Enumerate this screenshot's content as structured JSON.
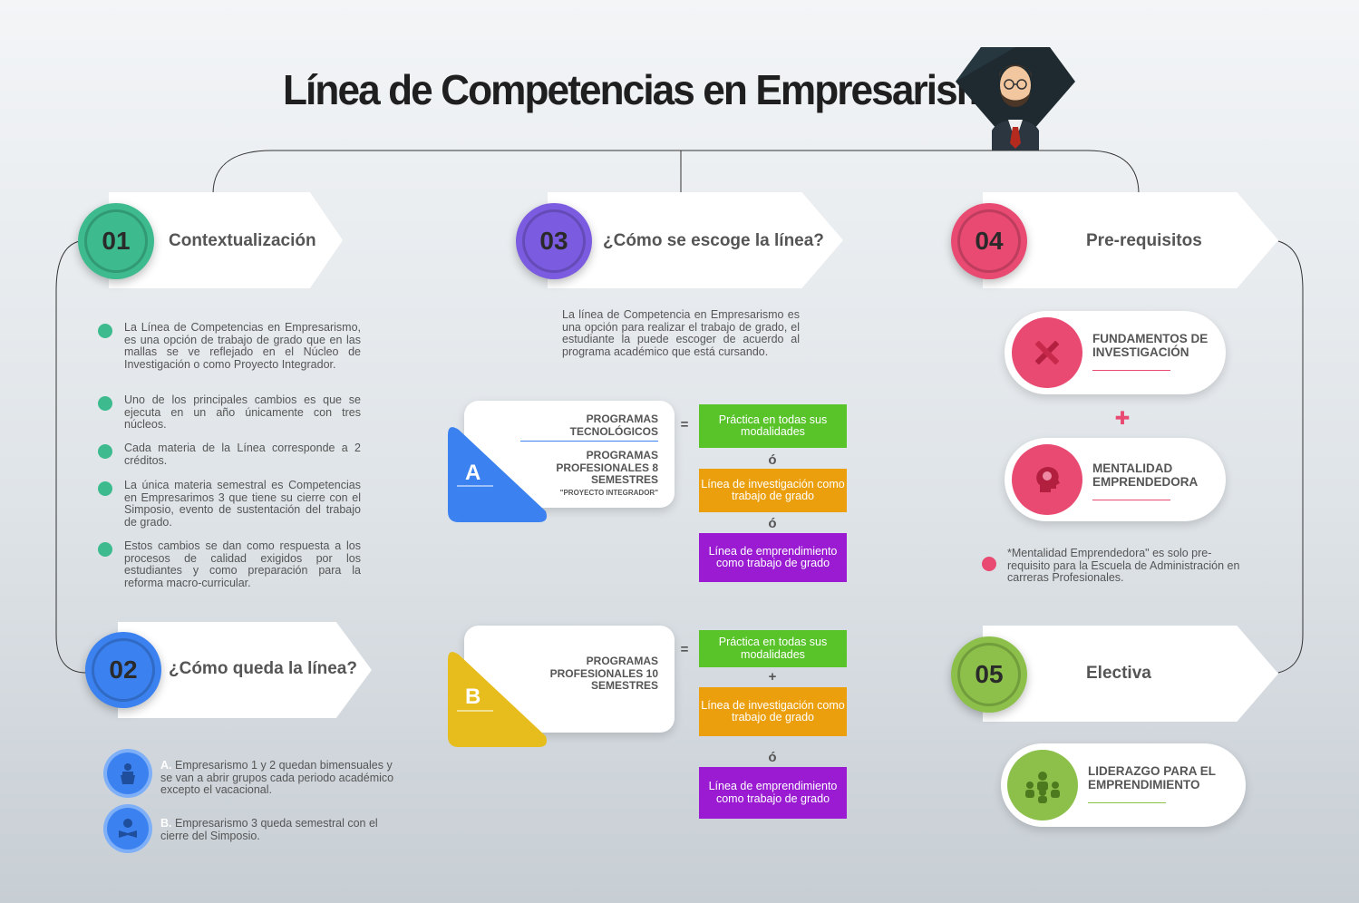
{
  "title": "Línea de Competencias en Empresarismo",
  "colors": {
    "teal": "#3dbb8f",
    "blue": "#3b82f0",
    "violet": "#7b5ce0",
    "pink": "#e84a72",
    "olive": "#8cc04a",
    "green_box": "#59c42a",
    "orange_box": "#eb9f0d",
    "purple_box": "#9a1bd2",
    "yellow": "#e6bd1c"
  },
  "sections": {
    "s01": {
      "number": "01",
      "label": "Contextualización"
    },
    "s02": {
      "number": "02",
      "label": "¿Cómo queda la línea?"
    },
    "s03": {
      "number": "03",
      "label": "¿Cómo se escoge la línea?"
    },
    "s04": {
      "number": "04",
      "label": "Pre-requisitos"
    },
    "s05": {
      "number": "05",
      "label": "Electiva"
    }
  },
  "contextualizacion": [
    "La Línea de Competencias en Empresarismo, es una opción de trabajo de grado que en las mallas se ve reflejado en el Núcleo de Investigación o como Proyecto Integrador.",
    "Uno de los principales cambios es que se ejecuta en un año únicamente con tres núcleos.",
    "Cada materia de la Línea corresponde a 2 créditos.",
    "La única materia semestral es Competencias en Empresarimos 3 que tiene su cierre con el Simposio, evento de sustentación del trabajo de grado.",
    "Estos cambios se dan como respuesta a los procesos de calidad exigidos por los estudiantes y como preparación para la reforma macro-curricular."
  ],
  "como_queda": {
    "a_letter": "A.",
    "a_text": "Empresarismo 1 y 2 quedan bimensuales y se van a abrir grupos cada periodo académico excepto el vacacional.",
    "b_letter": "B.",
    "b_text": "Empresarismo 3 queda semestral con el cierre del Simposio."
  },
  "como_escoge": {
    "intro": "La línea de Competencia en Empresarismo es una opción para realizar el trabajo de grado, el estudiante la puede escoger de acuerdo al programa académico que está cursando.",
    "group_a": {
      "letter": "A",
      "prog1": "PROGRAMAS TECNOLÓGICOS",
      "prog2": "PROGRAMAS PROFESIONALES 8 SEMESTRES",
      "note": "\"PROYECTO INTEGRADOR\"",
      "equals": "=",
      "opt1": "Práctica en todas sus modalidades",
      "or1": "ó",
      "opt2": "Línea de investigación como trabajo de grado",
      "or2": "ó",
      "opt3": "Línea de emprendimiento como trabajo de grado"
    },
    "group_b": {
      "letter": "B",
      "prog": "PROGRAMAS PROFESIONALES 10 SEMESTRES",
      "equals": "=",
      "opt1": "Práctica en todas sus modalidades",
      "plus": "+",
      "opt2": "Línea de investigación como trabajo de grado",
      "or": "ó",
      "opt3": "Línea de emprendimiento como trabajo de grado"
    }
  },
  "prerequisitos": {
    "item1": "FUNDAMENTOS DE INVESTIGACIÓN",
    "plus": "✚",
    "item2": "MENTALIDAD EMPRENDEDORA",
    "note": "*Mentalidad Emprendedora\" es solo pre-requisito para la Escuela de Administración en carreras Profesionales."
  },
  "electiva": {
    "item": "LIDERAZGO PARA EL EMPRENDIMIENTO"
  },
  "icons": [
    "businessman-avatar-icon",
    "pencil-ruler-icon",
    "head-lightbulb-icon",
    "team-leader-icon",
    "speaker-podium-icon",
    "reading-person-icon"
  ]
}
